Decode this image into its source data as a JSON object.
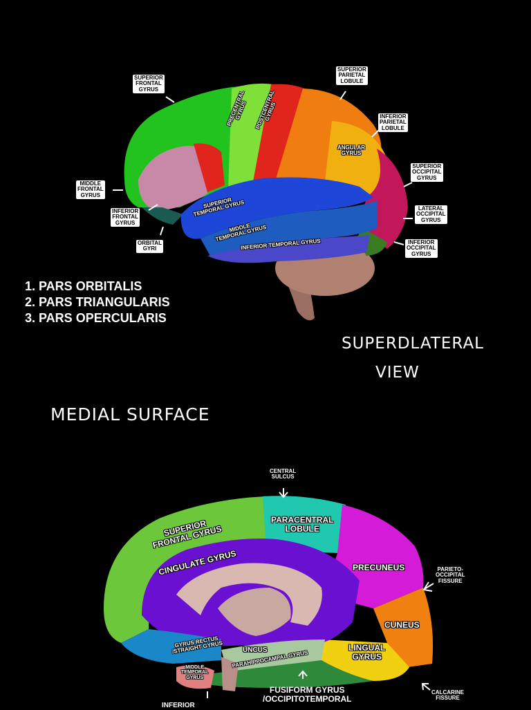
{
  "lateral": {
    "labels": {
      "superior_frontal": "SUPERIOR\nFRONTAL\nGYRUS",
      "superior_parietal": "SUPERIOR\nPARIETAL\nLOBULE",
      "inferior_parietal": "INFERIOR\nPARIETAL\nLOBULE",
      "precentral": "PRECENTRAL\nGYRUS",
      "postcentral": "POSTCENTRAL\nGYRUS",
      "angular": "ANGULAR\nGYRUS",
      "superior_occipital": "SUPERIOR\nOCCIPITAL\nGYRUS",
      "middle_frontal": "MIDDLE\nFRONTAL\nGYRUS",
      "inferior_frontal": "INFERIOR\nFRONTAL\nGYRUS",
      "orbital": "ORBITAL\nGYRI",
      "superior_temporal": "SUPERIOR\nTEMPORAL GYRUS",
      "middle_temporal": "MIDDLE\nTEMPORAL GYRUS",
      "inferior_temporal": "INFERIOR TEMPORAL GYRUS",
      "lateral_occipital": "LATERAL\nOCCIPITAL\nGYRUS",
      "inferior_occipital": "INFERIOR\nOCCIPITAL\nGYRUS"
    },
    "list": [
      "1. PARS ORBITALIS",
      "2. PARS TRIANGULARIS",
      "3. PARS OPERCULARIS"
    ],
    "view_title_line1": "SUPERDLATERAL",
    "view_title_line2": "VIEW",
    "colors": {
      "frontal": "#22c21f",
      "precentral": "#7fe03a",
      "postcentral": "#e0261c",
      "parietal": "#f07d10",
      "angular": "#f0b010",
      "occipital": "#c2185b",
      "temporal_sup": "#1e46d8",
      "temporal_mid": "#1f5cc0",
      "temporal_inf": "#4a47c8",
      "cerebellum": "#b08070"
    }
  },
  "medial_title": "MEDIAL SURFACE",
  "medial": {
    "labels": {
      "central_sulcus": "CENTRAL\nSULCUS",
      "superior_frontal": "SUPERIOR\nFRONTAL GYRUS",
      "paracentral": "PARACENTRAL\nLOBULE",
      "cingulate": "CINGULATE GYRUS",
      "precuneus": "PRECUNEUS",
      "parieto_occipital": "PARIETO-\nOCCIPITAL\nFISSURE",
      "cuneus": "CUNEUS",
      "gyrus_rectus": "GYRUS RECTUS\n/STRAIGHT GYRUS",
      "uncus": "UNCUS",
      "parahippocampal": "PARAHIPPOCAMPAL GYRUS",
      "lingual": "LINGUAL\nGYRUS",
      "middle_temporal": "MIDDLE\nTEMPORAL\nGYRUS",
      "fusiform": "FUSIFORM GYRUS\n/OCCIPITOTEMPORAL",
      "calcarine": "CALCARINE\nFISSURE",
      "inferior": "INFERIOR"
    },
    "colors": {
      "superior_frontal": "#6cc83a",
      "paracentral": "#20c8b0",
      "cingulate": "#6a10d0",
      "precuneus": "#d41cd8",
      "cuneus": "#f08010",
      "lingual": "#f0d010",
      "gyrus_rectus": "#1a88c8",
      "middle_temporal": "#e08080",
      "parahippocampal": "#a8c8a0",
      "fusiform": "#2e8a3a",
      "corpus": "#d8b8b0"
    }
  }
}
